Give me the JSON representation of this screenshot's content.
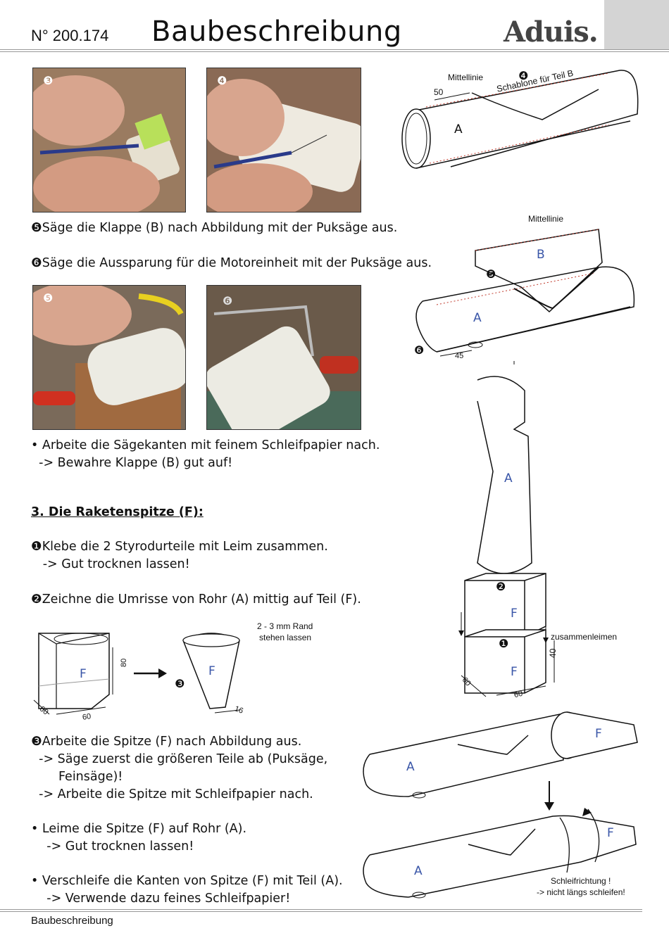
{
  "header": {
    "number": "N° 200.174",
    "title": "Baubeschreibung",
    "logo": "Aduis."
  },
  "photos": [
    {
      "badge": "❸"
    },
    {
      "badge": "❹"
    },
    {
      "badge": "❺"
    },
    {
      "badge": "❻"
    }
  ],
  "diagram_labels": {
    "mittellinie_1": "Mittellinie",
    "dim_50": "50",
    "badge_4": "❹",
    "schablone": "Schablone für Teil B",
    "part_a_1": "A",
    "mittellinie_2": "Mittellinie",
    "part_b": "B",
    "badge_5": "❺",
    "part_a_2": "A",
    "badge_6": "❻",
    "dim_45": "45",
    "part_a_3": "A",
    "badge_2": "❷",
    "part_f_1": "F",
    "zusammenleimen": "zusammenleimen",
    "badge_1": "❶",
    "part_f_2": "F",
    "dim_40": "40",
    "dim_60a": "60",
    "dim_60b": "60",
    "rand_line1": "2 - 3 mm Rand",
    "rand_line2": "stehen lassen",
    "part_f_3": "F",
    "dim_80": "80",
    "dim_60c": "60",
    "dim_60d": "60",
    "part_f_4": "F",
    "badge_3": "❸",
    "dim_16": "16",
    "part_a_4": "A",
    "part_f_5": "F",
    "part_a_5": "A",
    "part_f_6": "F",
    "schleif_line1": "Schleifrichtung !",
    "schleif_line2": "-> nicht längs schleifen!"
  },
  "text": {
    "step5": "❺Säge die Klappe (B) nach Abbildung mit der Puksäge aus.",
    "step6": "❻Säge die Aussparung für die Motoreinheit mit der Puksäge aus.",
    "bullet1_a": "• Arbeite die Sägekanten mit feinem Schleifpapier nach.",
    "bullet1_b": "  -> Bewahre Klappe (B) gut auf!",
    "section3": "3. Die Raketenspitze (F):",
    "f1_a": "❶Klebe die 2 Styrodurteile mit Leim zusammen.",
    "f1_b": "   -> Gut trocknen lassen!",
    "f2": "❷Zeichne die Umrisse von Rohr (A) mittig auf Teil (F).",
    "f3_a": "❸Arbeite die Spitze (F) nach Abbildung aus.",
    "f3_b": "  -> Säge zuerst die größeren Teile ab (Puksäge,",
    "f3_c": "       Feinsäge)!",
    "f3_d": "  -> Arbeite die Spitze mit Schleifpapier nach.",
    "bullet2_a": "• Leime die Spitze (F) auf Rohr (A).",
    "bullet2_b": "    -> Gut trocknen lassen!",
    "bullet3_a": "• Verschleife die Kanten von Spitze (F) mit Teil (A).",
    "bullet3_b": "    -> Verwende dazu feines Schleifpapier!"
  },
  "footer": {
    "label": "Baubeschreibung"
  },
  "colors": {
    "header_grey": "#d4d4d4",
    "part_label_blue": "#3a56a8",
    "red_dotted": "#c0392b"
  }
}
